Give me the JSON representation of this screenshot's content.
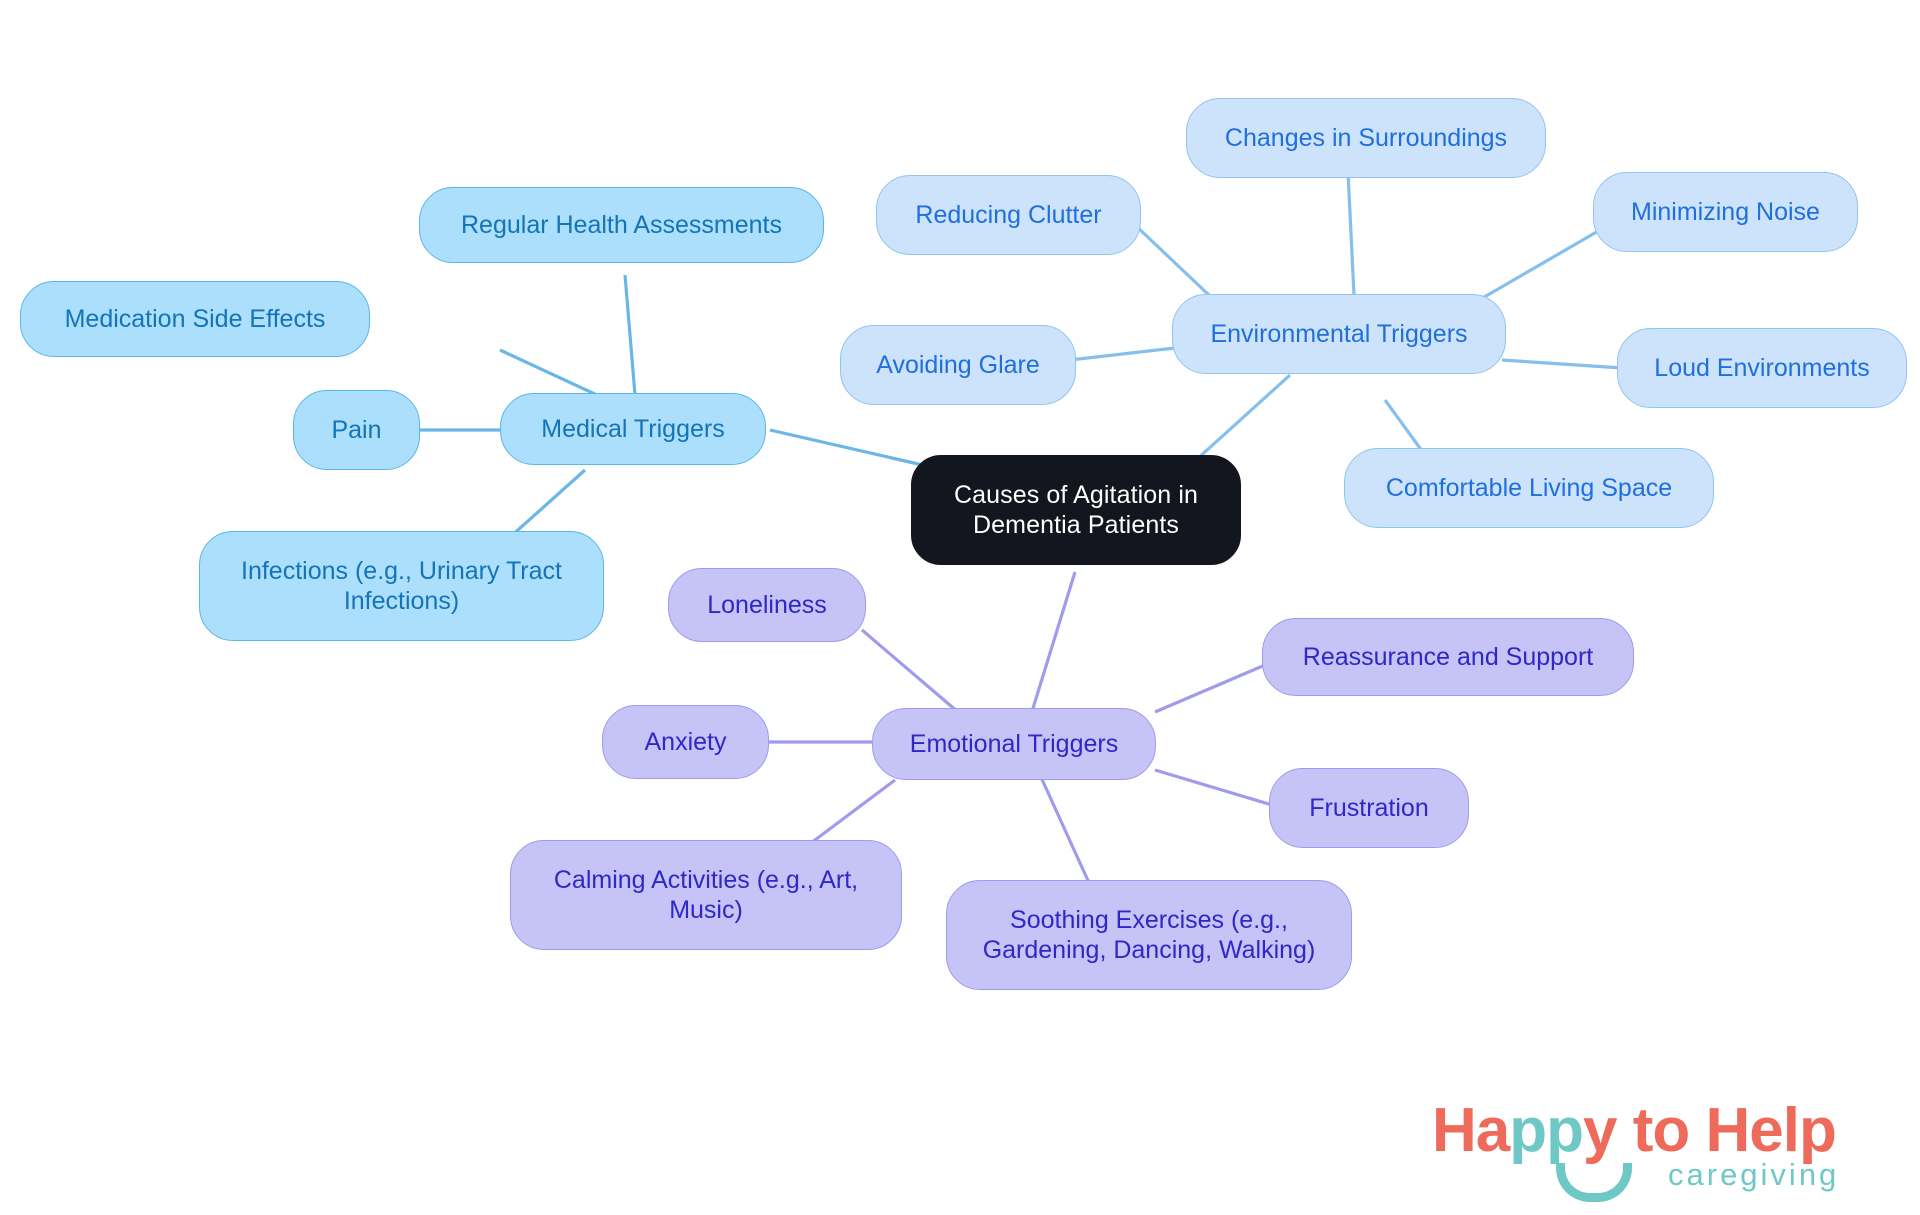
{
  "diagram": {
    "type": "mindmap",
    "title": "Causes of Agitation in Dementia Patients",
    "root": {
      "label": "Causes of Agitation in\nDementia Patients"
    },
    "branches": [
      {
        "id": "medical",
        "label": "Medical Triggers",
        "color": "#abdffb",
        "border_color": "#5bb6e8",
        "text_color": "#1573b8",
        "children": [
          {
            "label": "Medication Side Effects"
          },
          {
            "label": "Regular Health Assessments"
          },
          {
            "label": "Pain"
          },
          {
            "label": "Infections (e.g., Urinary Tract\nInfections)"
          }
        ]
      },
      {
        "id": "environmental",
        "label": "Environmental Triggers",
        "color": "#cce3fb",
        "border_color": "#92c4ef",
        "text_color": "#1f6fdd",
        "children": [
          {
            "label": "Reducing Clutter"
          },
          {
            "label": "Changes in Surroundings"
          },
          {
            "label": "Minimizing Noise"
          },
          {
            "label": "Avoiding Glare"
          },
          {
            "label": "Loud Environments"
          },
          {
            "label": "Comfortable Living Space"
          }
        ]
      },
      {
        "id": "emotional",
        "label": "Emotional Triggers",
        "color": "#c6c3f6",
        "border_color": "#a09bec",
        "text_color": "#2f27c6",
        "children": [
          {
            "label": "Loneliness"
          },
          {
            "label": "Anxiety"
          },
          {
            "label": "Reassurance and Support"
          },
          {
            "label": "Frustration"
          },
          {
            "label": "Calming Activities (e.g., Art,\nMusic)"
          },
          {
            "label": "Soothing Exercises (e.g.,\nGardening, Dancing, Walking)"
          }
        ]
      }
    ]
  },
  "logo": {
    "word1": "Ha",
    "word2": "pp",
    "word3": "y to Help",
    "tagline": "caregiving",
    "coral": "#ee6a5a",
    "teal": "#6ec9c6"
  }
}
